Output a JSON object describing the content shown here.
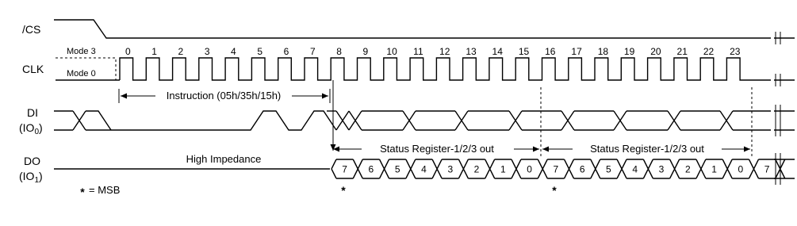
{
  "signals": {
    "cs": "/CS",
    "clk": "CLK",
    "di": "DI",
    "di_io": "(IO",
    "di_sub": "0",
    "do": "DO",
    "do_io": "(IO",
    "do_sub": "1",
    "paren_close": ")"
  },
  "clock": {
    "mode3": "Mode 3",
    "mode0": "Mode 0",
    "cycles": [
      "0",
      "1",
      "2",
      "3",
      "4",
      "5",
      "6",
      "7",
      "8",
      "9",
      "10",
      "11",
      "12",
      "13",
      "14",
      "15",
      "16",
      "17",
      "18",
      "19",
      "20",
      "21",
      "22",
      "23"
    ]
  },
  "annotations": {
    "instruction": "Instruction (05h/35h/15h)",
    "high_impedance": "High Impedance",
    "status_out_1": "Status Register-1/2/3 out",
    "status_out_2": "Status Register-1/2/3 out",
    "msb_star": "*",
    "msb_legend": "= MSB"
  },
  "data_out": {
    "bits": [
      "7",
      "6",
      "5",
      "4",
      "3",
      "2",
      "1",
      "0",
      "7",
      "6",
      "5",
      "4",
      "3",
      "2",
      "1",
      "0",
      "7"
    ]
  }
}
